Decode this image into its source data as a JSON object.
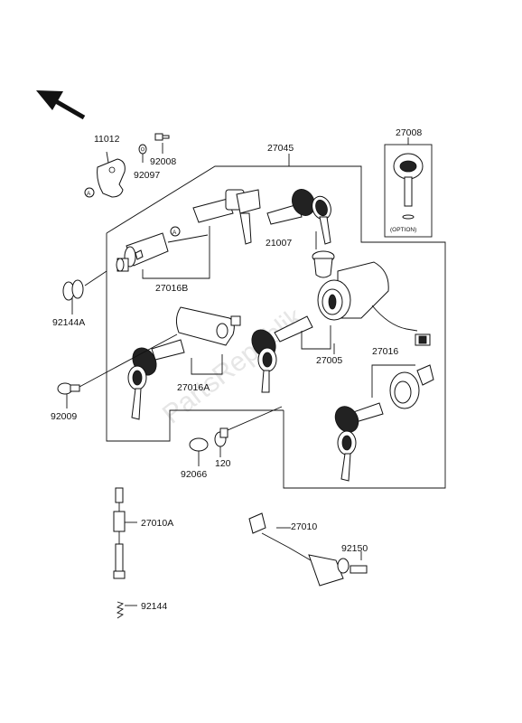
{
  "watermark": "PartsRepublik",
  "labels": {
    "p11012": "11012",
    "p92008": "92008",
    "p92097": "92097",
    "p27045": "27045",
    "p27008": "27008",
    "option": "(OPTION)",
    "p21007": "21007",
    "p27016B": "27016B",
    "p92144A": "92144A",
    "p27005": "27005",
    "p27016": "27016",
    "p27016A": "27016A",
    "p92009": "92009",
    "p120": "120",
    "p92066": "92066",
    "p27010A": "27010A",
    "p27010": "27010",
    "p92150": "92150",
    "p92144": "92144",
    "markerA1": "A",
    "markerA2": "A"
  },
  "colors": {
    "line": "#111111",
    "watermark": "#e6e6e6"
  },
  "icons": {
    "direction": "front-arrow-icon"
  }
}
